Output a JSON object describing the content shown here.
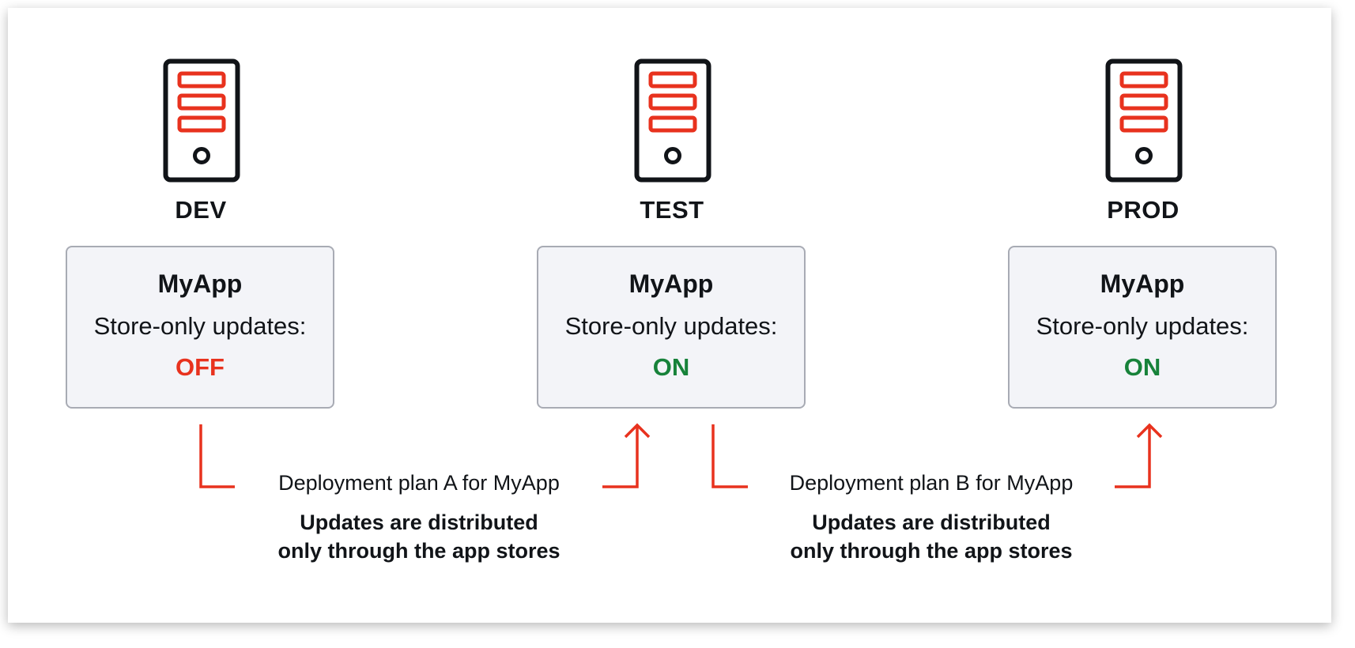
{
  "environments": [
    {
      "label": "DEV",
      "app_name": "MyApp",
      "setting": "Store-only updates:",
      "status": "OFF",
      "status_color": "#e8321e"
    },
    {
      "label": "TEST",
      "app_name": "MyApp",
      "setting": "Store-only updates:",
      "status": "ON",
      "status_color": "#17823a"
    },
    {
      "label": "PROD",
      "app_name": "MyApp",
      "setting": "Store-only updates:",
      "status": "ON",
      "status_color": "#17823a"
    }
  ],
  "plans": [
    {
      "title": "Deployment plan A for MyApp",
      "desc_line1": "Updates are distributed",
      "desc_line2": "only through the app stores"
    },
    {
      "title": "Deployment plan B for MyApp",
      "desc_line1": "Updates are distributed",
      "desc_line2": "only through the app stores"
    }
  ],
  "colors": {
    "accent": "#e8321e",
    "on": "#17823a",
    "server_outline": "#111418"
  },
  "icons": {
    "server": "server-icon"
  }
}
